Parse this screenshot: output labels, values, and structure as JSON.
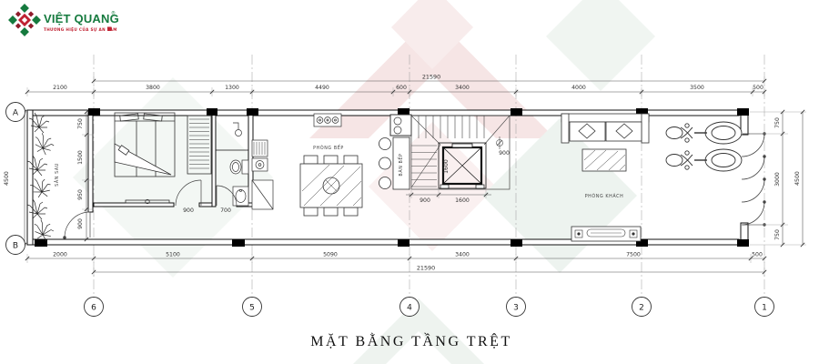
{
  "logo": {
    "brand": "VIỆT QUANG",
    "registered": "®",
    "tagline": "THƯƠNG HIỆU CỦA SỰ AN TÂM",
    "colors": {
      "green": "#157a3e",
      "red": "#c02232"
    }
  },
  "title": "MẶT BẰNG TẦNG TRỆT",
  "rooms": {
    "backyard": "SÂN SAU",
    "kitchen": "PHÒNG BẾP",
    "kitchen_counter": "BÀN BẾP",
    "living": "PHÒNG KHÁCH"
  },
  "dims": {
    "top_overall": "21590",
    "top": [
      "2100",
      "3800",
      "1300",
      "4490",
      "600",
      "3400",
      "4000",
      "3500",
      "500"
    ],
    "bottom": [
      "2000",
      "5100",
      "5090",
      "3400",
      "7500",
      "500"
    ],
    "bottom_overall": "21590",
    "left": [
      "750",
      "1500",
      "950",
      "900"
    ],
    "left_overall": "4500",
    "right": [
      "750",
      "3000",
      "750"
    ],
    "right_overall": "4500",
    "stair_run": "900",
    "elevator_width": "1600",
    "elevator_depth": "1600",
    "stair_marker": "900",
    "bedroom_door": "900",
    "bath_door": "700"
  },
  "grid": {
    "cols": [
      "6",
      "5",
      "4",
      "3",
      "2",
      "1"
    ],
    "rows": [
      "A",
      "B"
    ]
  }
}
